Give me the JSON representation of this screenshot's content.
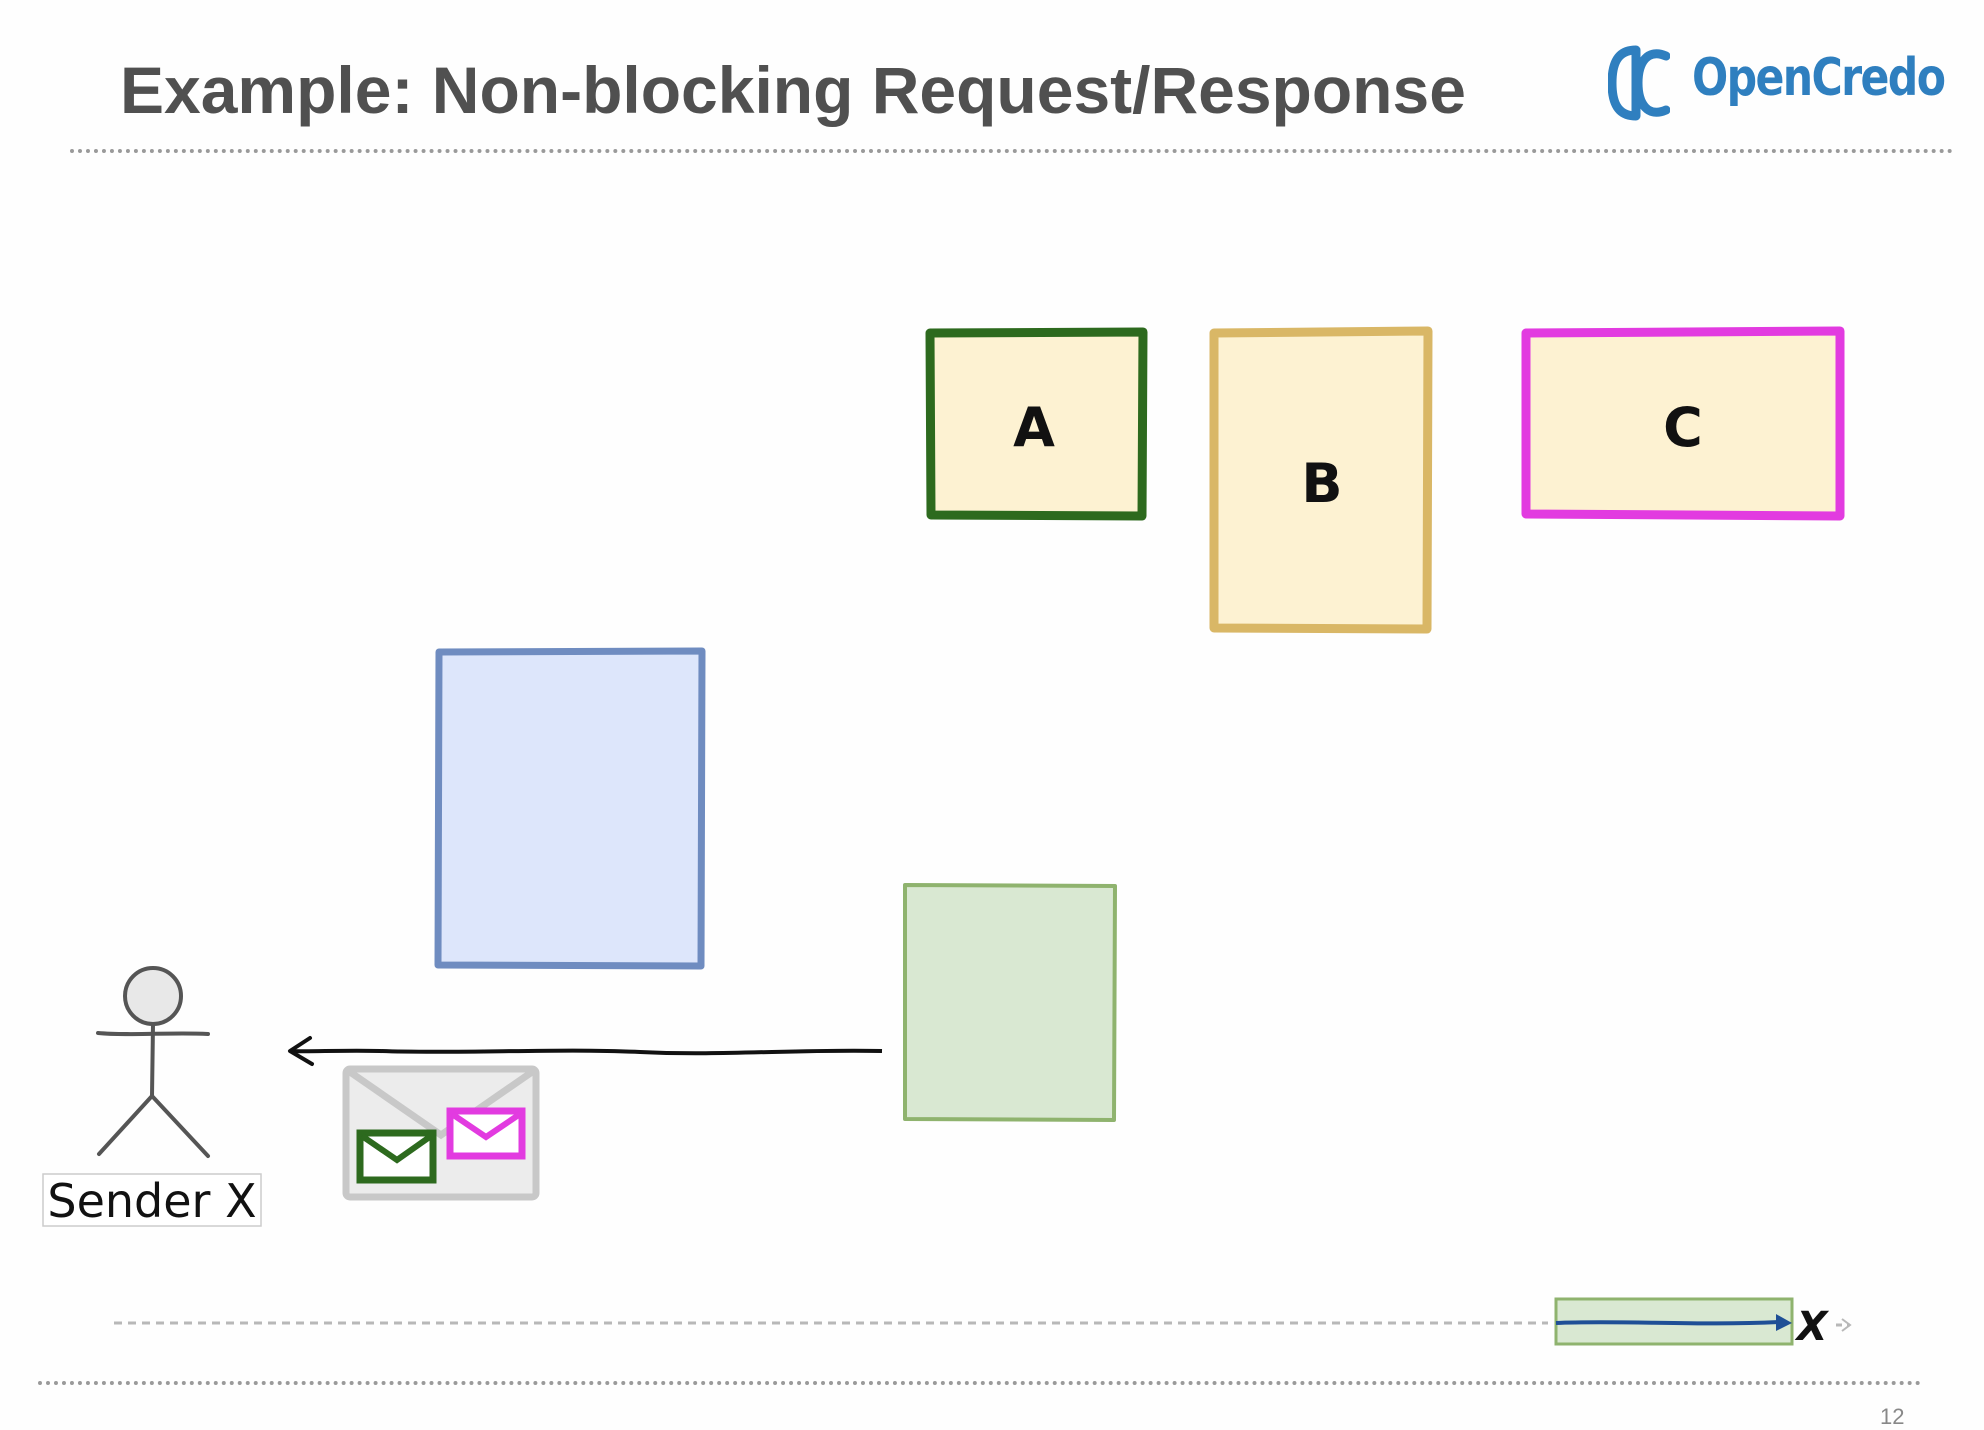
{
  "title": "Example: Non-blocking Request/Response",
  "logo": {
    "text": "OpenCredo",
    "color": "#2f7fbf",
    "icon": "opencredo-logo-icon"
  },
  "actors": {
    "a": {
      "label": "A",
      "border": "#2d6a1e",
      "fill": "#fdf2d2"
    },
    "b": {
      "label": "B",
      "border": "#d9b766",
      "fill": "#fdf2d2"
    },
    "c": {
      "label": "C",
      "border": "#e23be0",
      "fill": "#fdf2d2"
    }
  },
  "blocks": {
    "blue": {
      "border": "#6f8cc0",
      "fill": "#dde6fb"
    },
    "green": {
      "border": "#8fb36e",
      "fill": "#d9e8d2"
    }
  },
  "sender": {
    "label": "Sender X",
    "icon": "stick-figure-icon"
  },
  "message": {
    "icon": "envelope-group-icon"
  },
  "timeline": {
    "end_marker": "X"
  },
  "page_number": "12"
}
